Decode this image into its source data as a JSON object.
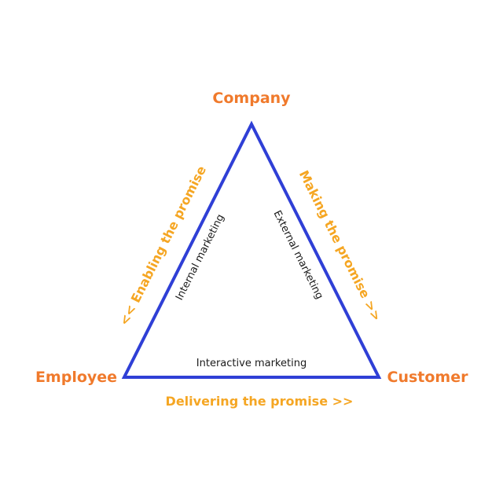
{
  "colors": {
    "vertex": "#f07a2c",
    "promise": "#f5a623",
    "triangle": "#2f3fd6",
    "marketing": "#1a1a1a"
  },
  "vertices": {
    "company": "Company",
    "employee": "Employee",
    "customer": "Customer"
  },
  "promises": {
    "enabling": "<< Enabling the promise",
    "making": "Making the promise >>",
    "delivering": "Delivering the promise >>"
  },
  "marketing": {
    "internal": "Internal marketing",
    "external": "External marketing",
    "interactive": "Interactive marketing"
  }
}
